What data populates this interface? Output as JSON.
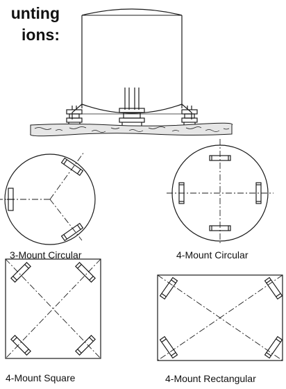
{
  "title": {
    "line1": "unting",
    "line2": "ions:"
  },
  "diagrams": {
    "three_circular": "3-Mount Circular",
    "four_circular": "4-Mount Circular",
    "four_square": "4-Mount Square",
    "four_rectangular": "4-Mount Rectangular"
  },
  "colors": {
    "line": "#1a1a1a",
    "ground_fill": "#e6e6e6"
  }
}
